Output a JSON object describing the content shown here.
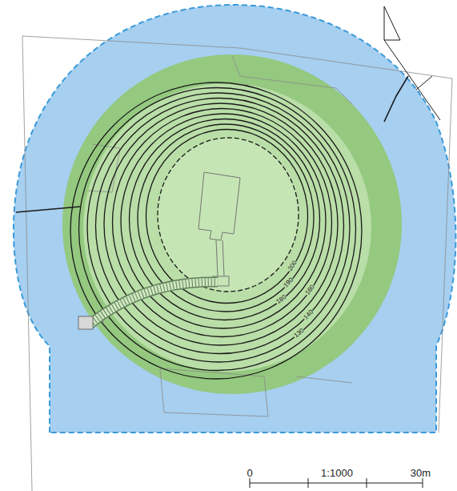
{
  "diagram": {
    "labels": [
      "200",
      "190",
      "180",
      "160",
      "140",
      "130",
      "0",
      "1:1000",
      "30m"
    ]
  }
}
